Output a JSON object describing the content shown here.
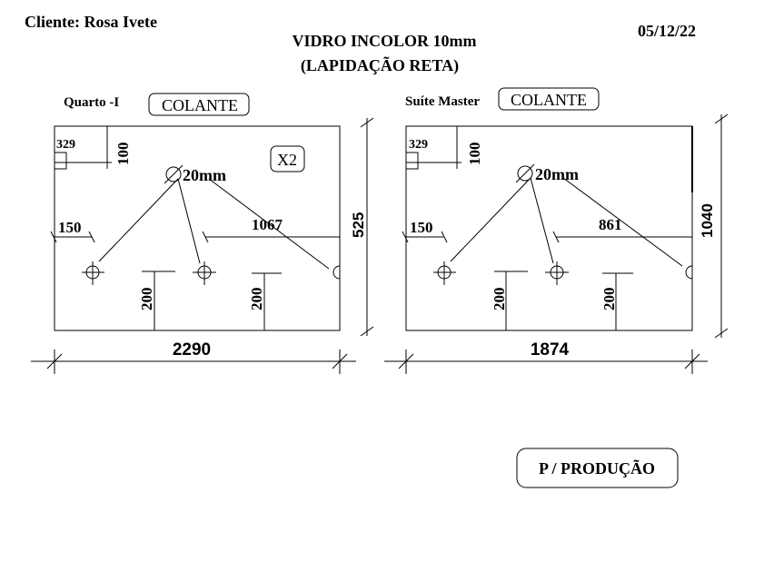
{
  "header": {
    "client": "Cliente: Rosa  Ivete",
    "date": "05/12/22",
    "title_line1": "VIDRO INCOLOR 10mm",
    "title_line2": "(LAPIDAÇÃO RETA)"
  },
  "panel_left": {
    "room": "Quarto -I",
    "badge": "COLANTE",
    "qty": "X2",
    "corner_dim": "329",
    "top_dim": "100",
    "hole": "20mm",
    "left_dim": "150",
    "right_dim": "1067",
    "height_dim": "525",
    "width_dim": "2290",
    "lower_dim_a": "200",
    "lower_dim_b": "200"
  },
  "panel_right": {
    "room": "Suíte Master",
    "badge": "COLANTE",
    "corner_dim": "329",
    "top_dim": "100",
    "hole": "20mm",
    "left_dim": "150",
    "right_dim": "861",
    "height_dim": "1040",
    "width_dim": "1874",
    "lower_dim_a": "200",
    "lower_dim_b": "200"
  },
  "footer": {
    "stamp": "P / PRODUÇÃO"
  }
}
